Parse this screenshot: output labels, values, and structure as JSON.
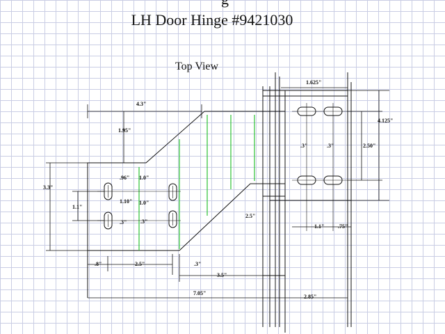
{
  "header": {
    "title_fragment": "g",
    "title": "LH Door Hinge #9421030",
    "view_label": "Top View"
  },
  "dimensions": {
    "d_1_625": "1.625\"",
    "d_4_125": "4.125\"",
    "d_4_3": "4.3\"",
    "d_1_95": "1.95\"",
    "d_3_3": "3.3\"",
    "d_1_1_left": "1.1\"",
    "d_96": ".96\"",
    "d_1_10": "1.10\"",
    "d_3_left": ".3\"",
    "d_1_0_top": "1.0\"",
    "d_1_0_mid": "1.0\"",
    "d_3_mid": ".3\"",
    "d_3_slot_a": ".3\"",
    "d_3_slot_b": ".3\"",
    "d_2_50": "2.50\"",
    "d_2_5_vert": "2.5\"",
    "d_1_1_right": "1.1\"",
    "d_75": ".75\"",
    "d_8": ".8\"",
    "d_2_5_horiz": "2.5\"",
    "d_3_bottom": ".3\"",
    "d_3_5": "3.5\"",
    "d_7_05": "7.05\"",
    "d_2_85": "2.85\""
  }
}
